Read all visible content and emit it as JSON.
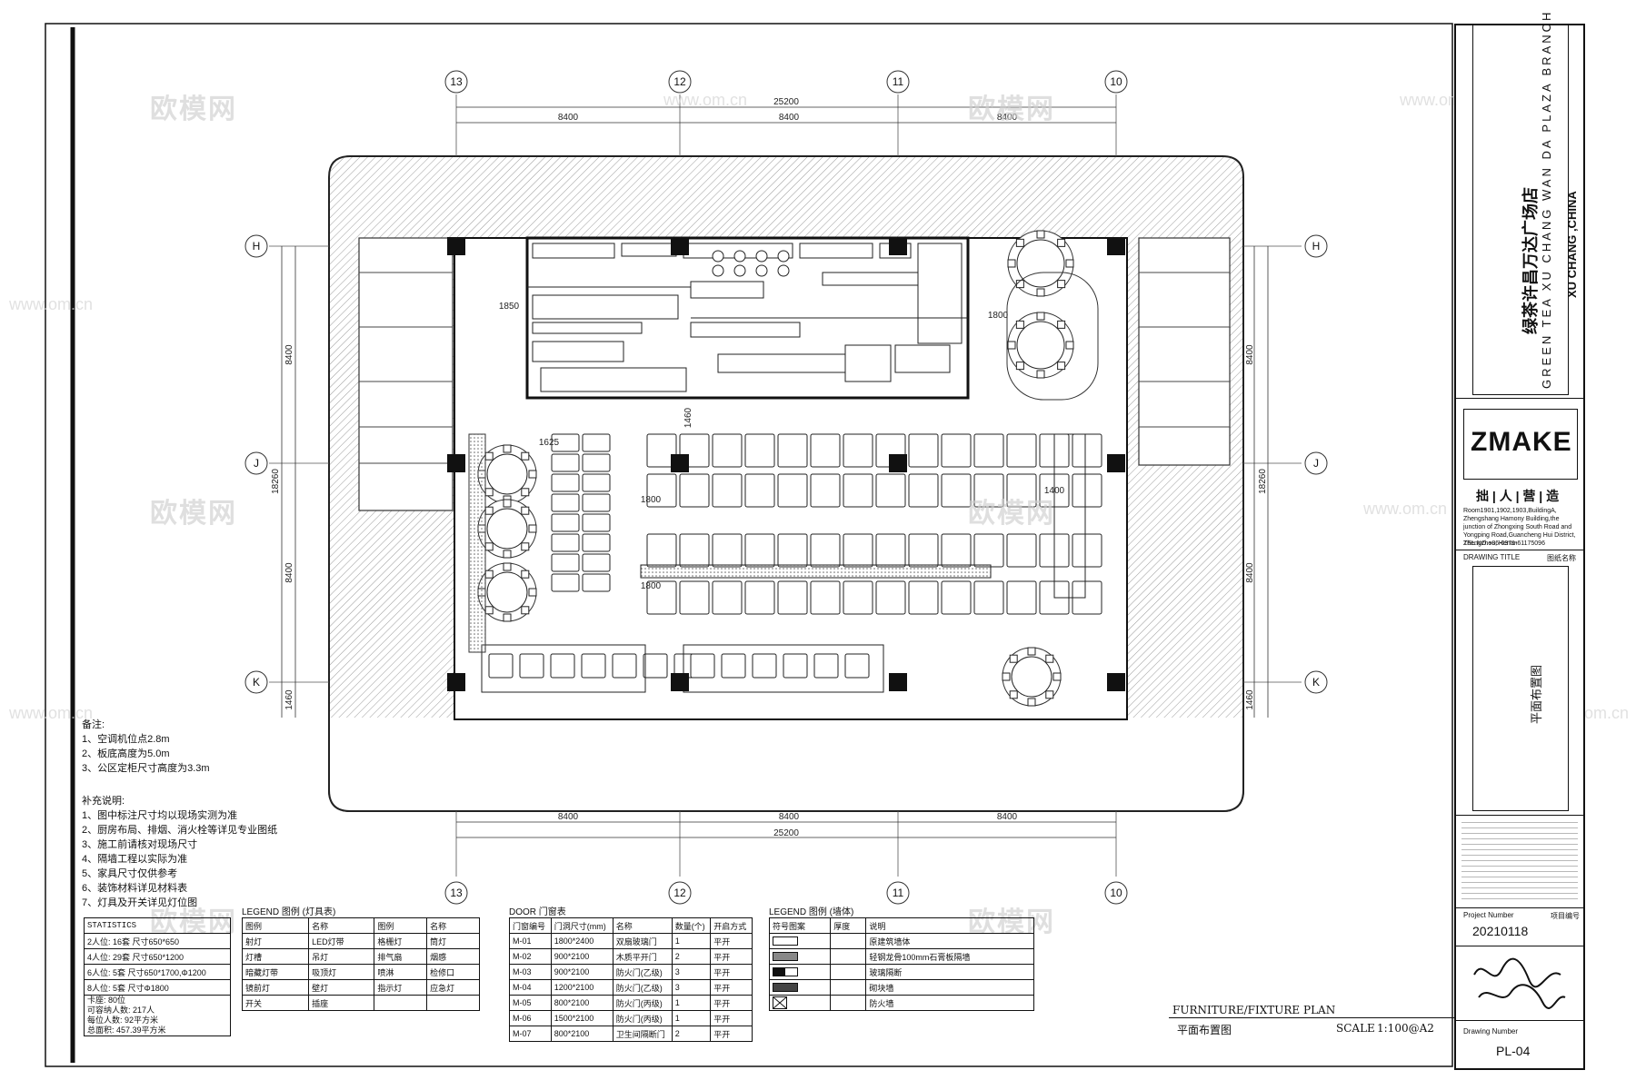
{
  "project": {
    "name_cn": "绿茶许昌万达广场店",
    "name_en": "GREEN TEA XU CHANG WAN DA PLAZA BRANCH",
    "location": "XU CHANG ,CHINA"
  },
  "company": {
    "logo": "ZMAKE",
    "slogan": "拙 | 人 | 营 | 造",
    "address": "Room1901,1902,1903,BuildingA, Zhengshang Hamony Building,the junction of Zhongxing South Road and Yongping Road,Guancheng Hui District, Zhengzhou, Henan",
    "tel": "TEL.NO.+86-0371-61175096"
  },
  "drawing": {
    "title_label": "DRAWING TITLE",
    "title_label_cn": "图纸名称",
    "title_cn": "平面布置图",
    "project_number_label": "Project Number",
    "project_number_cn": "项目编号",
    "project_number": "20210118",
    "sheet_code": "PL-04",
    "drawing_number_label": "Drawing Number",
    "name_en": "FURNITURE/FIXTURE PLAN",
    "name_cn": "平面布置图",
    "scale_label": "SCALE",
    "scale": "1:100@A2"
  },
  "grid": {
    "columns": [
      "13",
      "12",
      "11",
      "10"
    ],
    "rows": [
      "H",
      "J",
      "K"
    ],
    "spans_x": [
      "8400",
      "8400",
      "8400"
    ],
    "total_x": "25200",
    "spans_y": [
      "8400",
      "8400",
      "1460"
    ],
    "total_y": "18260"
  },
  "dims": [
    "1850",
    "1800",
    "1625",
    "1460",
    "1800",
    "1800",
    "1400"
  ],
  "notes": {
    "title": "备注:",
    "items": [
      "1、空调机位点2.8m",
      "2、板底高度为5.0m",
      "3、公区定柜尺寸高度为3.3m"
    ],
    "title2": "补充说明:",
    "items2": [
      "1、图中标注尺寸均以现场实测为准",
      "2、厨房布局、排烟、消火栓等详见专业图纸",
      "3、施工前请核对现场尺寸",
      "4、隔墙工程以实际为准",
      "5、家具尺寸仅供参考",
      "6、装饰材料详见材料表",
      "7、灯具及开关详见灯位图"
    ]
  },
  "stats": {
    "title": "STATISTICS",
    "rows": [
      "2人位: 16套   尺寸650*650",
      "4人位: 29套   尺寸650*1200",
      "6人位: 5套    尺寸650*1700,Φ1200",
      "8人位: 5套    尺寸Φ1800",
      "卡座: 80位",
      "可容纳人数: 217人",
      "每位人数: 92平方米",
      "总面积: 457.39平方米"
    ]
  },
  "legend1": {
    "title": "LEGEND 图例 (灯具表)",
    "header": [
      "图例",
      "名称",
      "图例",
      "名称"
    ],
    "rows": [
      [
        "射灯",
        "LED灯带",
        "格栅灯",
        "筒灯"
      ],
      [
        "灯槽",
        "吊灯",
        "排气扇",
        "烟感"
      ],
      [
        "暗藏灯带",
        "吸顶灯",
        "喷淋",
        "检修口"
      ],
      [
        "镜前灯",
        "壁灯",
        "指示灯",
        "应急灯"
      ],
      [
        "开关",
        "插座",
        "",
        ""
      ]
    ]
  },
  "legend2": {
    "title": "DOOR 门窗表",
    "header": [
      "门窗编号",
      "门洞尺寸(mm)",
      "名称",
      "数量(个)",
      "开启方式"
    ],
    "rows": [
      [
        "M-01",
        "1800*2400",
        "双扇玻璃门",
        "1",
        "平开"
      ],
      [
        "M-02",
        "900*2100",
        "木质平开门",
        "2",
        "平开"
      ],
      [
        "M-03",
        "900*2100",
        "防火门(乙级)",
        "3",
        "平开"
      ],
      [
        "M-04",
        "1200*2100",
        "防火门(乙级)",
        "3",
        "平开"
      ],
      [
        "M-05",
        "800*2100",
        "防火门(丙级)",
        "1",
        "平开"
      ],
      [
        "M-06",
        "1500*2100",
        "防火门(丙级)",
        "1",
        "平开"
      ],
      [
        "M-07",
        "800*2100",
        "卫生间隔断门",
        "2",
        "平开"
      ]
    ]
  },
  "legend3": {
    "title": "LEGEND 图例 (墙体)",
    "header": [
      "符号图案",
      "厚度",
      "说明"
    ],
    "rows": [
      [
        "",
        "",
        "原建筑墙体"
      ],
      [
        "",
        "",
        "轻钢龙骨100mm石膏板隔墙"
      ],
      [
        "",
        "",
        "玻璃隔断"
      ],
      [
        "",
        "",
        "砌块墙"
      ],
      [
        "",
        "",
        "防火墙"
      ]
    ]
  },
  "watermark": {
    "brand": "欧模网",
    "domain": "www.om.cn"
  }
}
